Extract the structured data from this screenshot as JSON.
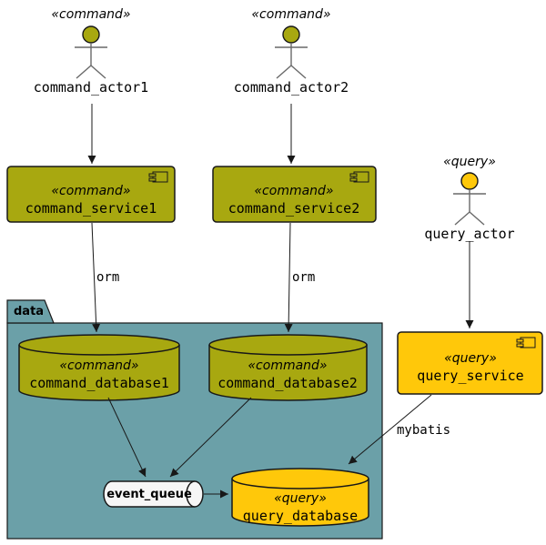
{
  "diagram": {
    "actors": {
      "command_actor1": {
        "stereotype": "«command»",
        "name": "command_actor1"
      },
      "command_actor2": {
        "stereotype": "«command»",
        "name": "command_actor2"
      },
      "query_actor": {
        "stereotype": "«query»",
        "name": "query_actor"
      }
    },
    "components": {
      "command_service1": {
        "stereotype": "«command»",
        "name": "command_service1"
      },
      "command_service2": {
        "stereotype": "«command»",
        "name": "command_service2"
      },
      "query_service": {
        "stereotype": "«query»",
        "name": "query_service"
      }
    },
    "package": {
      "label": "data"
    },
    "databases": {
      "command_database1": {
        "stereotype": "«command»",
        "name": "command_database1"
      },
      "command_database2": {
        "stereotype": "«command»",
        "name": "command_database2"
      },
      "query_database": {
        "stereotype": "«query»",
        "name": "query_database"
      }
    },
    "queue": {
      "name": "event_queue"
    },
    "edge_labels": {
      "orm1": "orm",
      "orm2": "orm",
      "mybatis": "mybatis"
    },
    "colors": {
      "command": "#A8A810",
      "query": "#FFC80A",
      "package": "#6BA0A8",
      "queue_fill": "#F6F6F6",
      "line": "#181818",
      "actor_line": "#696969"
    }
  }
}
